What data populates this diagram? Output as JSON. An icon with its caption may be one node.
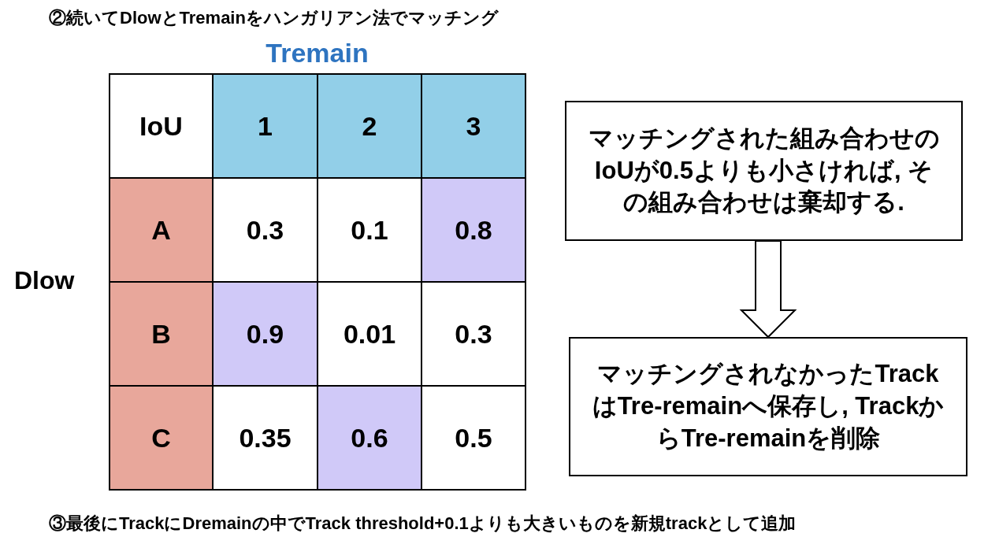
{
  "diagram": {
    "nodes": [
      {
        "text": [
          "マッチングされた組み合わせのIoUが0.5よりも小さければ, その組み合わせは棄却する."
        ]
      },
      {
        "text": [
          "マッチングされなかったTrackはTre-remainへ保存し, TrackからTre-remainを削除"
        ]
      }
    ],
    "edges": [
      {
        "from": 0,
        "to": 1,
        "arrow": "to"
      }
    ],
    "labels": [
      "②続いてDlowとTremainをハンガリアン法でマッチング",
      "Tremain",
      "IoU",
      "1",
      "2",
      "3",
      "A",
      "0.3",
      "0.1",
      "0.8",
      "B",
      "0.9",
      "0.01",
      "0.3",
      "C",
      "0.35",
      "0.6",
      "0.5",
      "Dlow",
      "③最後にTrackにDremainの中でTrack threshold+0.1よりも大きいものを新規trackとして追加"
    ]
  }
}
